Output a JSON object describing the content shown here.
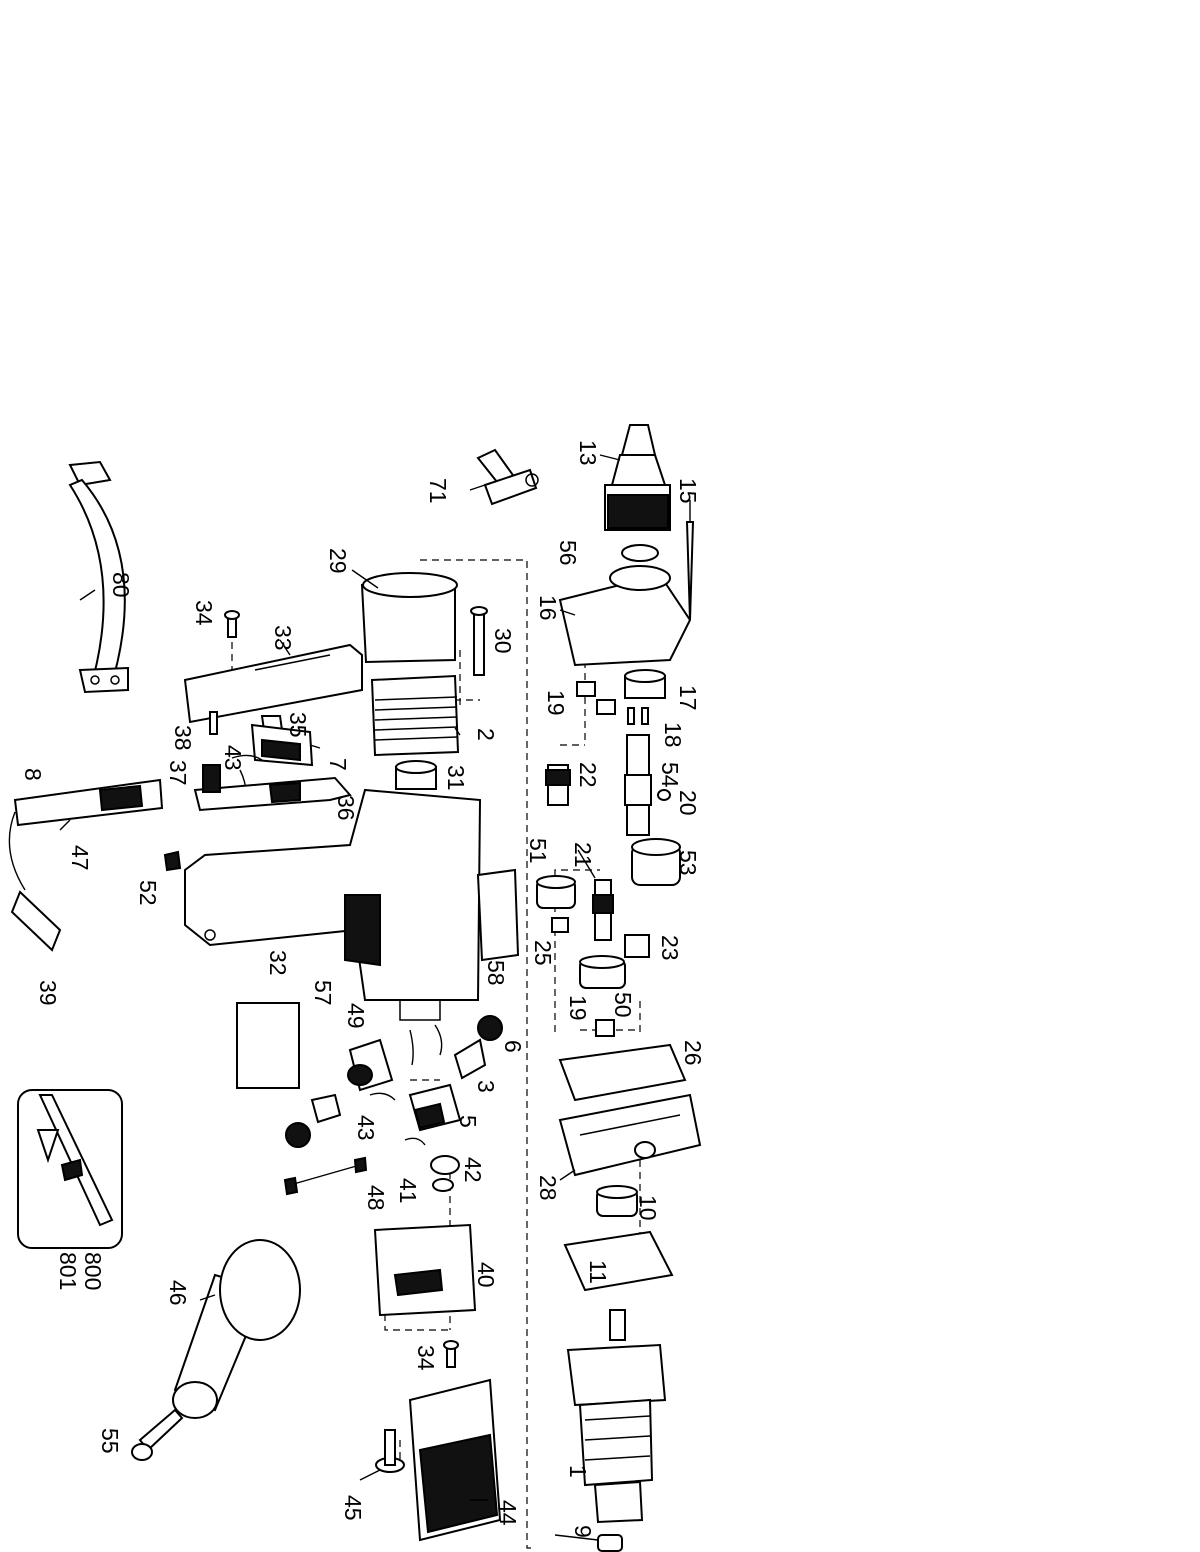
{
  "labels": {
    "p1": "1",
    "p2": "2",
    "p3": "3",
    "p5": "5",
    "p6": "6",
    "p7": "7",
    "p8": "8",
    "p9": "9",
    "p10": "10",
    "p11": "11",
    "p13": "13",
    "p15": "15",
    "p16": "16",
    "p17": "17",
    "p18": "18",
    "p19a": "19",
    "p19b": "19",
    "p20": "20",
    "p21": "21",
    "p22": "22",
    "p23": "23",
    "p25": "25",
    "p26": "26",
    "p28": "28",
    "p29": "29",
    "p30": "30",
    "p31": "31",
    "p32": "32",
    "p33": "33",
    "p34a": "34",
    "p34b": "34",
    "p35": "35",
    "p36": "36",
    "p37": "37",
    "p38": "38",
    "p39": "39",
    "p40": "40",
    "p41": "41",
    "p42": "42",
    "p43a": "43",
    "p43b": "43",
    "p44": "44",
    "p45": "45",
    "p46": "46",
    "p47": "47",
    "p48": "48",
    "p49": "49",
    "p50": "50",
    "p51": "51",
    "p52": "52",
    "p53": "53",
    "p54": "54",
    "p55": "55",
    "p56": "56",
    "p57": "57",
    "p58": "58",
    "p71": "71",
    "p80": "80",
    "p800": "800",
    "p801": "801"
  }
}
